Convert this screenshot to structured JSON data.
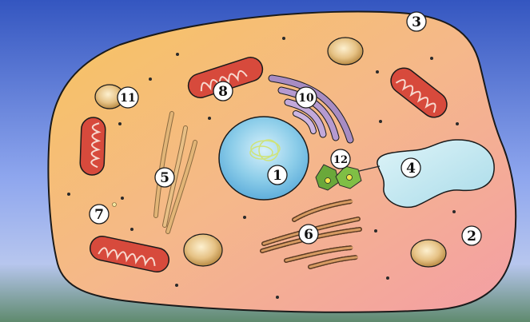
{
  "labels": [
    {
      "key": "nucleus",
      "text": "1"
    },
    {
      "key": "cytoplasm",
      "text": "2"
    },
    {
      "key": "cell-membrane",
      "text": "3"
    },
    {
      "key": "vacuole",
      "text": "4"
    },
    {
      "key": "cytoskeleton",
      "text": "5"
    },
    {
      "key": "rough-er",
      "text": "6"
    },
    {
      "key": "small-vesicle",
      "text": "7"
    },
    {
      "key": "mitochondrion",
      "text": "8"
    },
    {
      "key": "golgi",
      "text": "10"
    },
    {
      "key": "lysosome",
      "text": "11"
    },
    {
      "key": "centrioles",
      "text": "12"
    }
  ],
  "colors": {
    "background_top": "#3a5dc4",
    "background_bottom": "#6a8a78",
    "cell_fill_left": "#f3c46a",
    "cell_fill_right": "#f4a9a0",
    "cell_outline": "#1a1a1a",
    "nucleus_fill": "#7cc0e4",
    "vacuole_fill": "#bfe7f2",
    "mitochondrion": "#d74a3c",
    "golgi": "#a78cc2",
    "centriole": "#6aa83a",
    "lysosome": "#e6c285"
  }
}
